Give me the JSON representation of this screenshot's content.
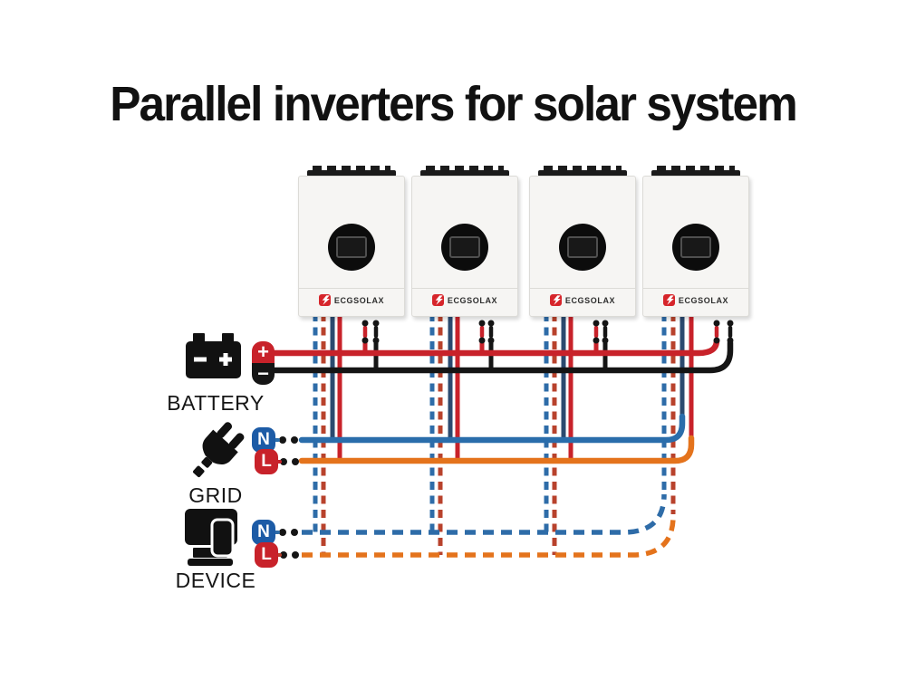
{
  "title": "Parallel inverters for solar system",
  "inverters": {
    "count": 4,
    "brand": "ECGSOLAX",
    "display": "black circular dial with LCD screen"
  },
  "sources": [
    {
      "name": "BATTERY",
      "icon": "car-battery-icon",
      "terminals": [
        {
          "label": "+"
        },
        {
          "label": "−"
        }
      ]
    },
    {
      "name": "GRID",
      "icon": "power-plug-icon",
      "terminals": [
        {
          "label": "N"
        },
        {
          "label": "L"
        }
      ]
    },
    {
      "name": "DEVICE",
      "icon": "electronic-devices-icon",
      "terminals": [
        {
          "label": "N"
        },
        {
          "label": "L"
        }
      ]
    }
  ],
  "colors": {
    "wire_red": "#c8222a",
    "wire_black": "#151515",
    "bus_blue": "#2a6dab",
    "bus_orange": "#e4731c",
    "wire_navy": "#2b4a6f",
    "dash_blue": "#2e6ca8",
    "dash_red": "#b8422c",
    "badge_blue": "#1c5ba6",
    "badge_red": "#c8222a"
  },
  "wiring_legend": {
    "battery_bus": "solid red (+) and black (−) wires from BATTERY to all four inverters",
    "grid_bus": "solid blue (N) and orange (L) wires from GRID to all four inverters",
    "device_bus": "dashed blue (N) and orange (L) wires from DEVICE to all four inverters"
  }
}
